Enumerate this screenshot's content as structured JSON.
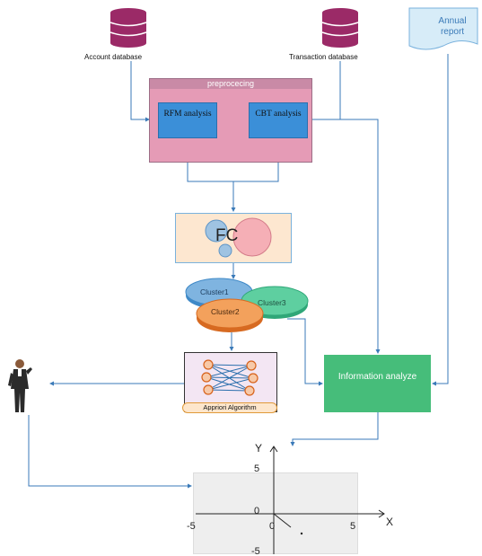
{
  "databases": {
    "account": "Account database",
    "transaction": "Transaction database",
    "annual_report": "Annual report",
    "db_color": "#9b2a67"
  },
  "preprocessing": {
    "title": "preprocecing",
    "rfm": "RFM analysis",
    "cbt": "CBT analysis"
  },
  "fc": {
    "label": "FC"
  },
  "clusters": {
    "c1": "Cluster1",
    "c2": "Cluster2",
    "c3": "Cluster3"
  },
  "apriori": {
    "label": "Appriori Algorithm"
  },
  "info": {
    "label": "Information analyze"
  },
  "chart": {
    "y_axis": "Y",
    "x_axis": "X",
    "ticks_x": [
      "-5",
      "0",
      "5"
    ],
    "ticks_y": [
      "5",
      "0",
      "-5"
    ]
  },
  "colors": {
    "preprocessing_bg": "#e59bb6",
    "analysis_box": "#3b8fd8",
    "info_box": "#46bd7a",
    "connector": "#3a7ab8"
  }
}
